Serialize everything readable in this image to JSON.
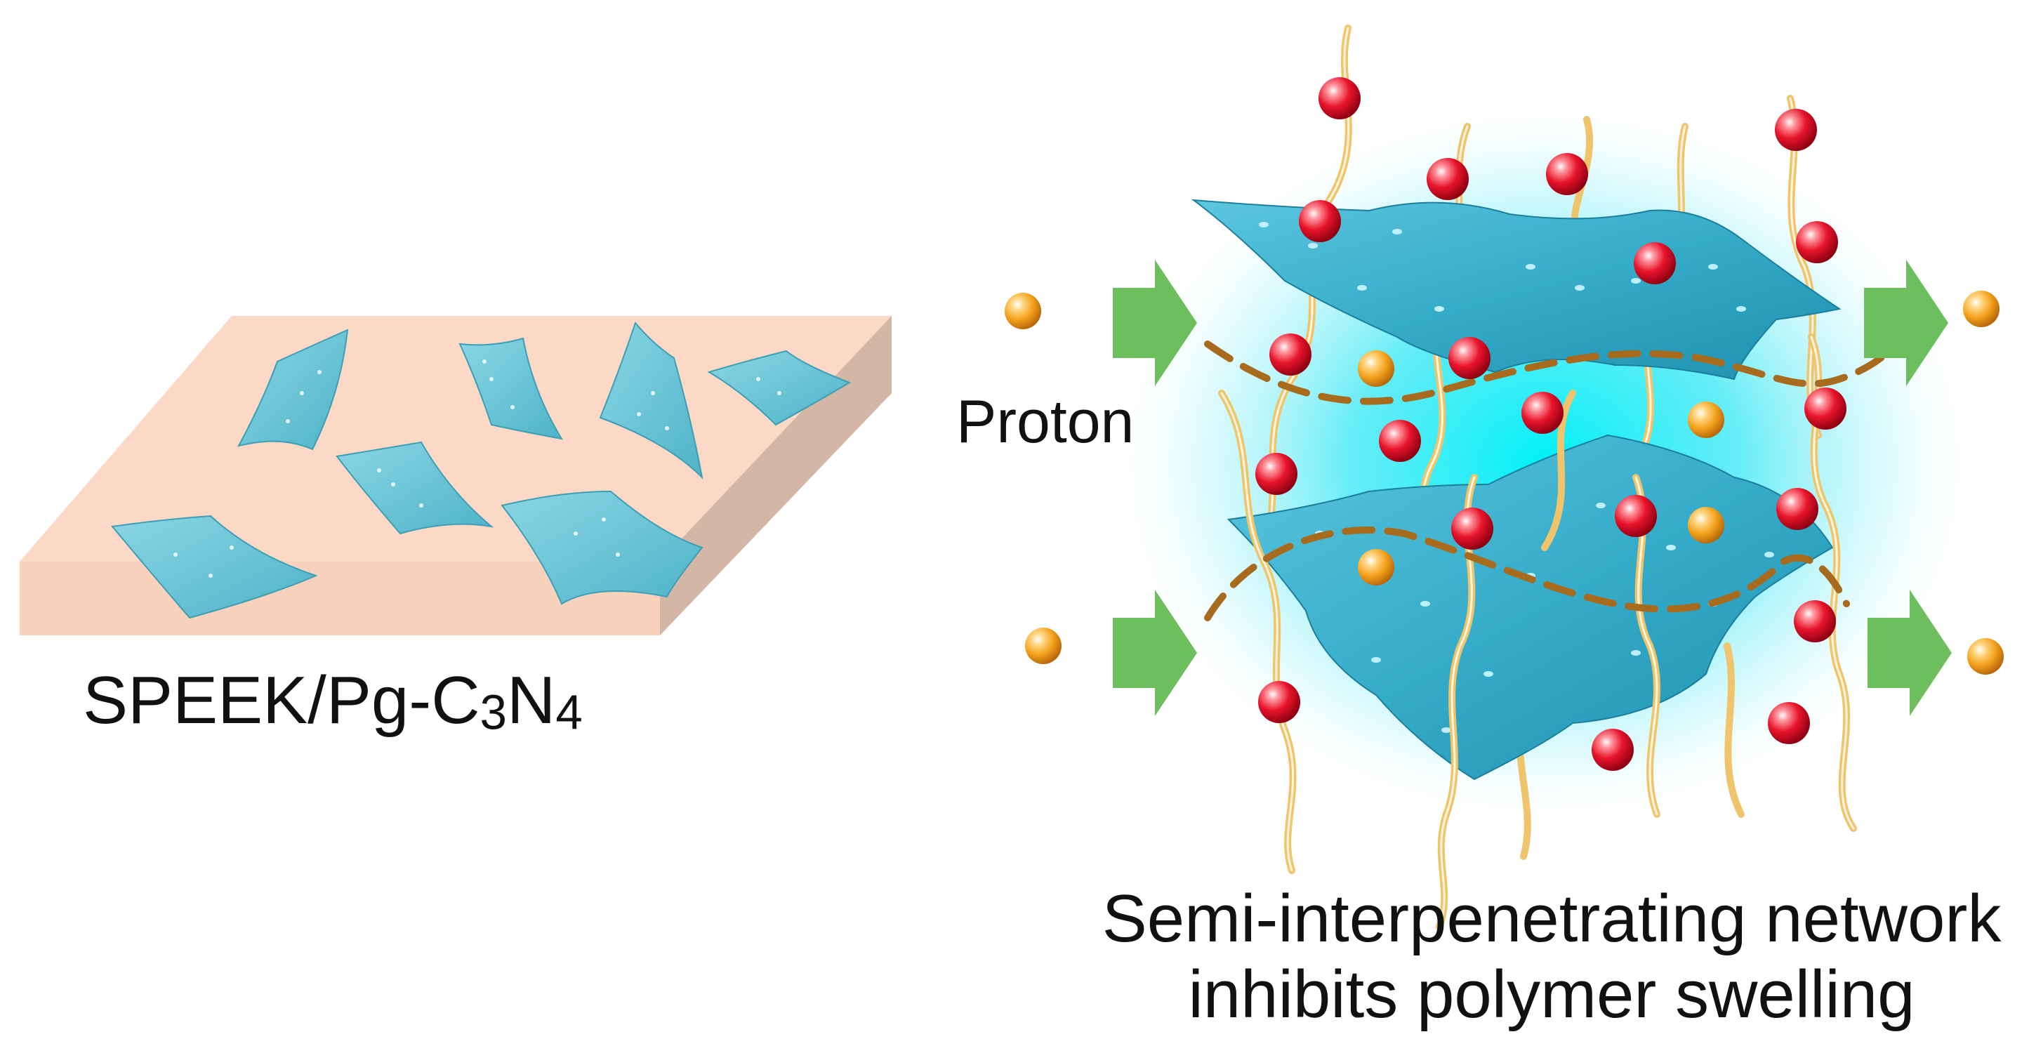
{
  "left_panel": {
    "label_main": "SPEEK/Pg-C",
    "sub1": "3",
    "label_mid": "N",
    "sub2": "4"
  },
  "right_panel": {
    "proton_label": "Proton",
    "caption_line1": "Semi-interpenetrating network",
    "caption_line2": "inhibits polymer swelling"
  },
  "colors": {
    "membrane_top": "#fbd9c6",
    "membrane_side": "#d4b6a6",
    "membrane_front": "#f7d0bb",
    "nanosheet": "#6ec9d9",
    "sheet_large": "#3fb2d0",
    "glow": "#00e5f5",
    "red_ball": "#e8142b",
    "proton_ball": "#f4a21c",
    "arrow": "#6cbf5c",
    "dashed_path": "#a86a1c",
    "polymer_chain": "#f0c46c"
  },
  "icons": [
    "nanosheet-icon",
    "polymer-chain-icon",
    "sulfonic-group-icon",
    "proton-icon",
    "flow-arrow-icon"
  ]
}
